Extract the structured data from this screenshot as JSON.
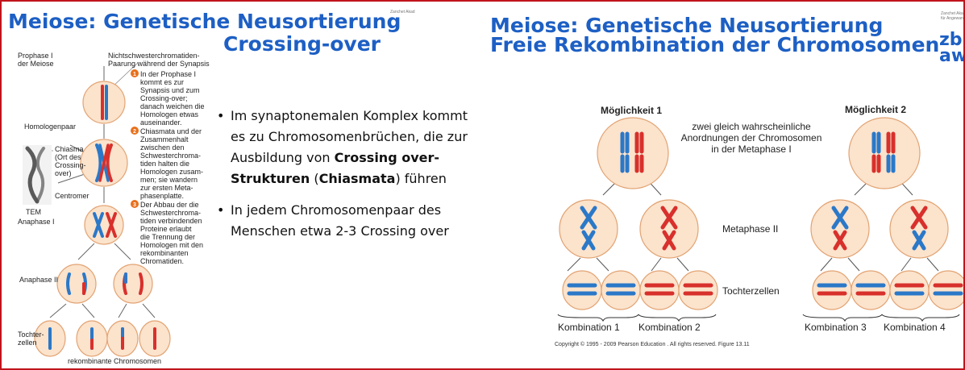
{
  "left": {
    "title_line1": "Meiose: Genetische Neusortierung",
    "title_line2": "Crossing-over",
    "small_header": "Zanchet Akad",
    "diagram": {
      "prophase_label": "Prophase I\nder Meiose",
      "pairing_label": "Nichtschwesterchromatiden-\nPaarung während der Synapsis",
      "homologenpaar": "Homologenpaar",
      "chiasma_label": "Chiasma\n(Ort des\nCrossing-\nover)",
      "centromer": "Centromer",
      "tem": "TEM",
      "anaphase1": "Anaphase I",
      "anaphase2": "Anaphase II",
      "tochterzellen": "Tochter-\nzellen",
      "rekombinante": "rekombinante Chromosomen",
      "steps": [
        {
          "n": "1",
          "text": "In der Prophase I\nkommt es zur\nSynapsis und zum\nCrossing-over;\ndanach weichen die\nHomologen etwas\nauseinander."
        },
        {
          "n": "2",
          "text": "Chiasmata und der\nZusammenhalt\nzwischen den\nSchwesterchroma-\ntiden halten die\nHomologen zusam-\nmen; sie wandern\nzur ersten Meta-\nphasenplatte."
        },
        {
          "n": "3",
          "text": "Der Abbau der die\nSchwesterchroma-\ntiden verbindenden\nProteine erlaubt\ndie Trennung der\nHomologen mit den\nrekombinanten\nChromatiden."
        }
      ]
    },
    "bullets": [
      {
        "pre": "Im synaptonemalen Komplex kommt es zu Chromosomenbrüchen, die zur Ausbildung von ",
        "b1": "Crossing over-Strukturen",
        "mid": " (",
        "b2": "Chiasmata",
        "post": ") führen"
      },
      {
        "pre": "In jedem Chromosomenpaar des Menschen etwa 2-3 Crossing over",
        "b1": "",
        "mid": "",
        "b2": "",
        "post": ""
      }
    ],
    "bullet_symbol": "•"
  },
  "right": {
    "title_line1": "Meiose: Genetische Neusortierung",
    "title_line2": "Freie Rekombination der Chromosomen",
    "logo_text": "zb\naw",
    "small_header": "Zanchet Akad\nfür Angewandte",
    "moeglichkeit1": "Möglichkeit 1",
    "moeglichkeit2": "Möglichkeit 2",
    "center_text": "zwei gleich wahrscheinliche\nAnordnungen der Chromosomen\nin der Metaphase I",
    "metaphase2": "Metaphase II",
    "tochterzellen": "Tochterzellen",
    "kombinationen": [
      "Kombination 1",
      "Kombination 2",
      "Kombination 3",
      "Kombination 4"
    ],
    "copyright": "Copyright © 1995 - 2009 Pearson Education . All rights reserved. Figure 13.11"
  },
  "colors": {
    "title": "#1d5fc4",
    "border": "#c0141c",
    "cell_fill": "#fbe3cc",
    "cell_stroke": "#e2a373",
    "blue": "#2b78c8",
    "red": "#d8302c",
    "step_number": "#e8701c"
  }
}
